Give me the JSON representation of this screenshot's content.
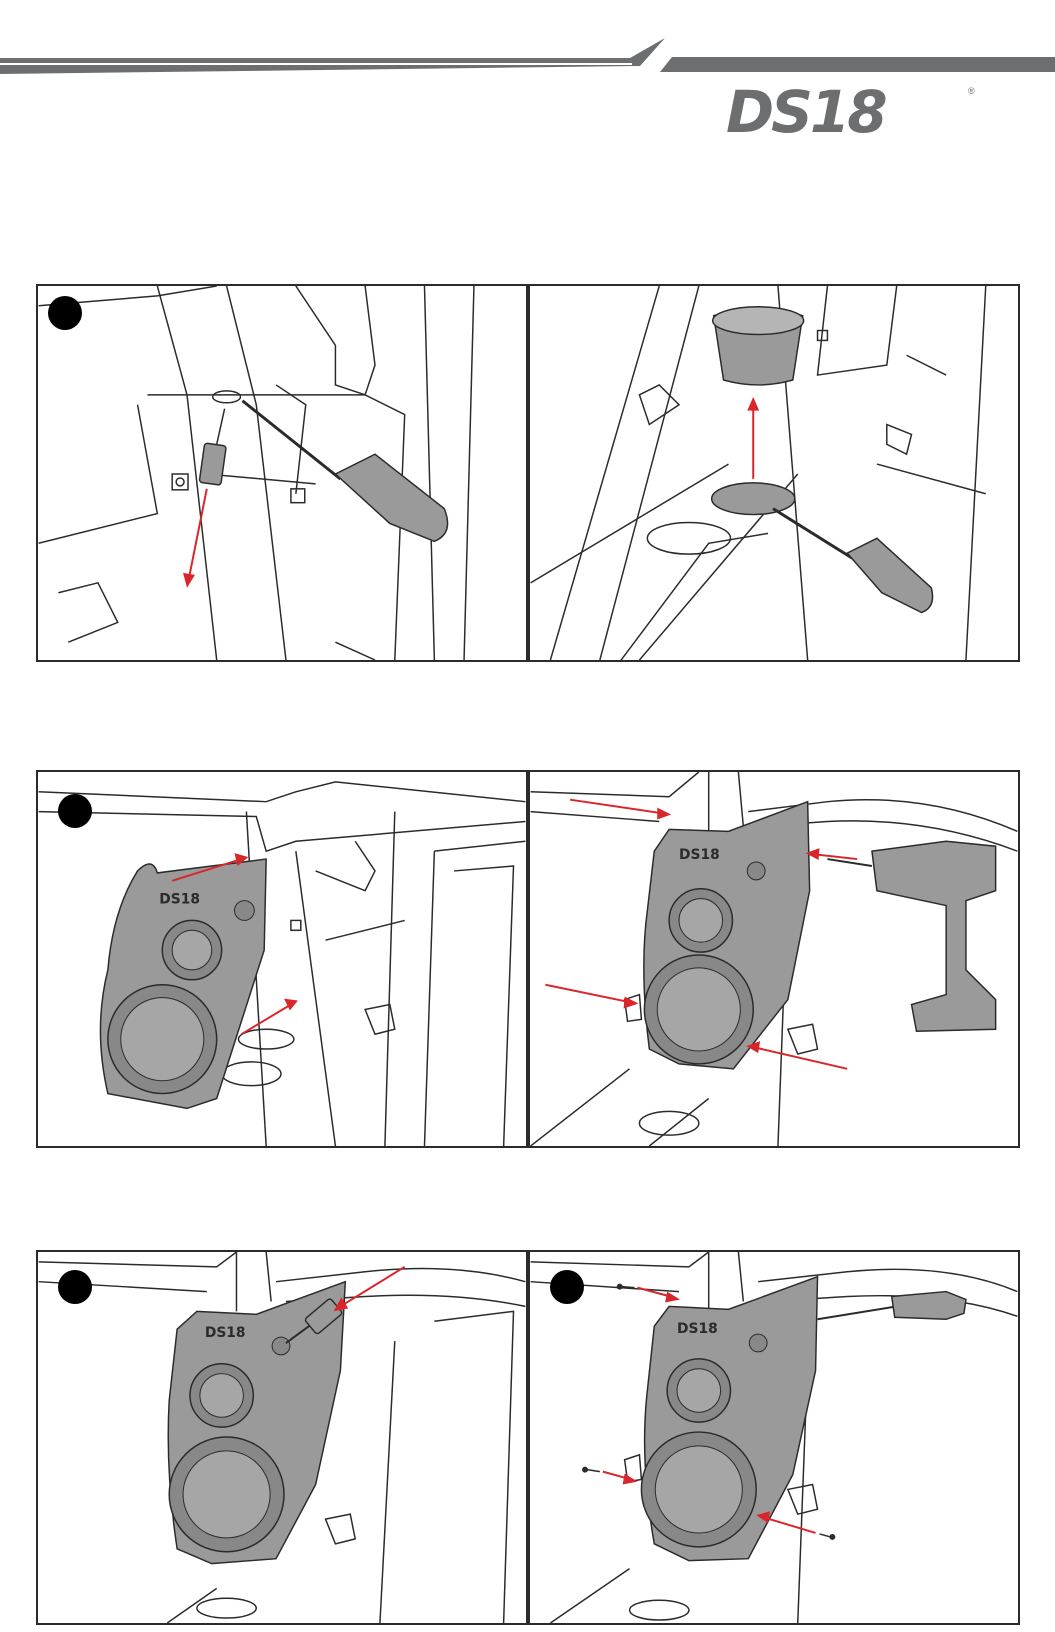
{
  "brand": {
    "logo_text": "DS18",
    "registered_mark": "®",
    "color": "#6d6e70"
  },
  "colors": {
    "line_art": "#2b2b2b",
    "part_fill": "#9a9a9a",
    "arrow": "#d9262b",
    "step_marker": "#000000"
  },
  "panels": [
    {
      "id": "1a",
      "step_marker": true
    },
    {
      "id": "1b",
      "step_marker": false
    },
    {
      "id": "2a",
      "step_marker": true
    },
    {
      "id": "2b",
      "step_marker": false
    },
    {
      "id": "3a",
      "step_marker": true
    },
    {
      "id": "3b",
      "step_marker": true
    }
  ]
}
